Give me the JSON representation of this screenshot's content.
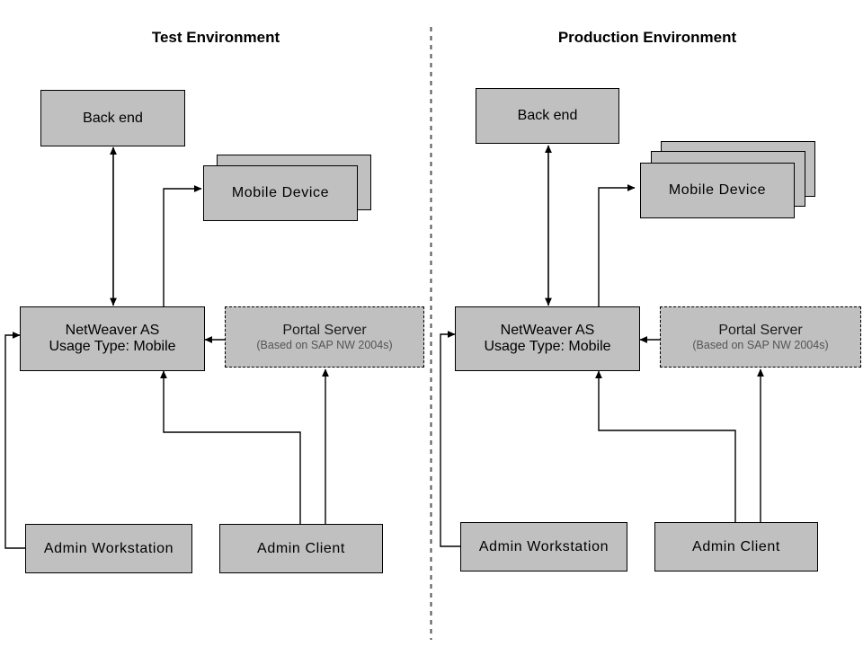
{
  "diagram": {
    "title_test": "Test Environment",
    "title_production": "Production Environment",
    "divider": "vertical-dashed-divider",
    "colors": {
      "node_fill": "#c0c0c0",
      "node_stroke": "#000000",
      "connector": "#000000",
      "background": "#ffffff",
      "dashed_subtitle": "#555555"
    }
  },
  "test": {
    "title": "Test Environment",
    "nodes": {
      "backend": {
        "label": "Back end"
      },
      "mobile_device": {
        "label": "Mobile Device",
        "stack_count": 2
      },
      "netweaver": {
        "line1": "NetWeaver AS",
        "line2": "Usage Type: Mobile"
      },
      "portal": {
        "line1": "Portal Server",
        "line2": "(Based on SAP NW 2004s)"
      },
      "admin_workstation": {
        "label": "Admin Workstation"
      },
      "admin_client": {
        "label": "Admin Client"
      }
    }
  },
  "production": {
    "title": "Production Environment",
    "nodes": {
      "backend": {
        "label": "Back end"
      },
      "mobile_device": {
        "label": "Mobile Device",
        "stack_count": 3
      },
      "netweaver": {
        "line1": "NetWeaver AS",
        "line2": "Usage Type: Mobile"
      },
      "portal": {
        "line1": "Portal Server",
        "line2": "(Based on SAP NW 2004s)"
      },
      "admin_workstation": {
        "label": "Admin Workstation"
      },
      "admin_client": {
        "label": "Admin Client"
      }
    }
  },
  "connections": [
    {
      "from": "netweaver",
      "to": "backend",
      "environment": "test",
      "arrow": "both"
    },
    {
      "from": "netweaver",
      "to": "mobile_device",
      "environment": "test",
      "arrow": "to"
    },
    {
      "from": "portal",
      "to": "netweaver",
      "environment": "test",
      "arrow": "to"
    },
    {
      "from": "admin_workstation",
      "to": "netweaver",
      "environment": "test",
      "arrow": "to"
    },
    {
      "from": "admin_client",
      "to": "netweaver",
      "environment": "test",
      "arrow": "to"
    },
    {
      "from": "admin_client",
      "to": "portal",
      "environment": "test",
      "arrow": "to"
    },
    {
      "from": "netweaver",
      "to": "backend",
      "environment": "production",
      "arrow": "both"
    },
    {
      "from": "netweaver",
      "to": "mobile_device",
      "environment": "production",
      "arrow": "to"
    },
    {
      "from": "portal",
      "to": "netweaver",
      "environment": "production",
      "arrow": "to"
    },
    {
      "from": "admin_workstation",
      "to": "netweaver",
      "environment": "production",
      "arrow": "to"
    },
    {
      "from": "admin_client",
      "to": "netweaver",
      "environment": "production",
      "arrow": "to"
    },
    {
      "from": "admin_client",
      "to": "portal",
      "environment": "production",
      "arrow": "to"
    }
  ]
}
